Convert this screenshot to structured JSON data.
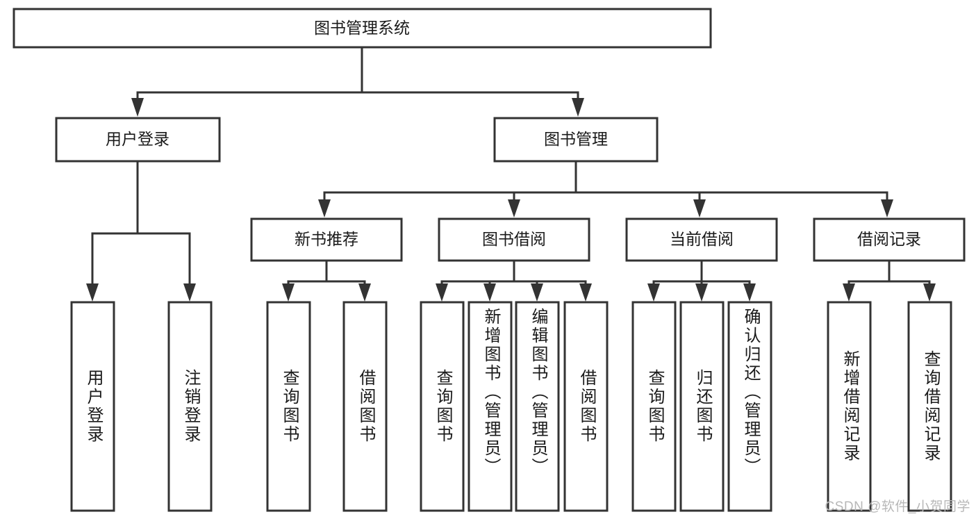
{
  "diagram": {
    "title": "图书管理系统",
    "watermark": "CSDN @软件_小贺同学",
    "style": {
      "box_fill": "#ffffff",
      "box_stroke": "#333333",
      "text_color": "#1a1a1a",
      "watermark_color": "#b8b8b8"
    },
    "root": {
      "label": "图书管理系统"
    },
    "level2": [
      {
        "label": "用户登录"
      },
      {
        "label": "图书管理"
      }
    ],
    "level3": [
      {
        "label": "新书推荐"
      },
      {
        "label": "图书借阅"
      },
      {
        "label": "当前借阅"
      },
      {
        "label": "借阅记录"
      }
    ],
    "leaves": {
      "user_login": [
        {
          "label": "用户登录"
        },
        {
          "label": "注销登录"
        }
      ],
      "new_book": [
        {
          "label": "查询图书"
        },
        {
          "label": "借阅图书"
        }
      ],
      "book_borrow": [
        {
          "label": "查询图书"
        },
        {
          "label": "新增图书（管理员）"
        },
        {
          "label": "编辑图书（管理员）"
        },
        {
          "label": "借阅图书"
        }
      ],
      "current_borrow": [
        {
          "label": "查询图书"
        },
        {
          "label": "归还图书"
        },
        {
          "label": "确认归还（管理员）"
        }
      ],
      "borrow_record": [
        {
          "label": "新增借阅记录"
        },
        {
          "label": "查询借阅记录"
        }
      ]
    }
  }
}
